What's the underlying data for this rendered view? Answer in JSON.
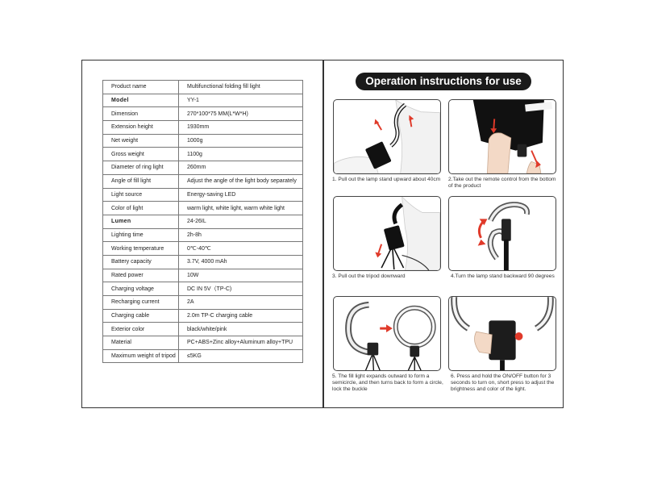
{
  "specs": [
    {
      "label": "Product name",
      "value": "Multifunctional folding fill light"
    },
    {
      "label": "Model",
      "value": "YY-1"
    },
    {
      "label": "Dimension",
      "value": "270*100*75 MM(L*W*H)"
    },
    {
      "label": "Extension height",
      "value": "1930mm"
    },
    {
      "label": "Net weight",
      "value": "1000g"
    },
    {
      "label": "Gross weight",
      "value": "1100g"
    },
    {
      "label": "Diameter of ring light",
      "value": "260mm"
    },
    {
      "label": "Angle of fill light",
      "value": "Adjust the angle of the light body separately"
    },
    {
      "label": "Light source",
      "value": "Energy-saving LED"
    },
    {
      "label": "Color of light",
      "value": "warm light, white light, warm white light"
    },
    {
      "label": "Lumen",
      "value": "24-26IL"
    },
    {
      "label": "Lighting time",
      "value": "2h-8h"
    },
    {
      "label": "Working temperature",
      "value": "0℃-40℃"
    },
    {
      "label": "Battery capacity",
      "value": "3.7V, 4000 mAh"
    },
    {
      "label": "Rated power",
      "value": "10W"
    },
    {
      "label": "Charging voltage",
      "value": "DC IN 5V（TP-C)"
    },
    {
      "label": "Recharging current",
      "value": "2A"
    },
    {
      "label": "Charging cable",
      "value": "2.0m TP-C charging cable"
    },
    {
      "label": "Exterior color",
      "value": "black/white/pink"
    },
    {
      "label": "Material",
      "value": "PC+ABS+Zinc alloy+Aluminum alloy+TPU"
    },
    {
      "label": "Maximum weight of tripod",
      "value": "≤5KG"
    }
  ],
  "instructions": {
    "title": "Operation instructions for use",
    "steps": [
      {
        "caption": "1. Pull out the lamp stand upward about 40cm"
      },
      {
        "caption": "2.Take out the remote control from the bottom of the product"
      },
      {
        "caption": "3. Pull out the tripod downward"
      },
      {
        "caption": "4.Turn the lamp stand backward 90 degrees"
      },
      {
        "caption": "5. The fill light expands outward to form a semicircle, and then turns back to form a circle, lock the buckle"
      },
      {
        "caption": "6. Press and hold the ON/OFF button for 3 seconds to turn on, short press to adjust the brightness and color of the light."
      }
    ]
  },
  "colors": {
    "accent": "#e03a2a",
    "title_bg": "#1a1a1a"
  }
}
